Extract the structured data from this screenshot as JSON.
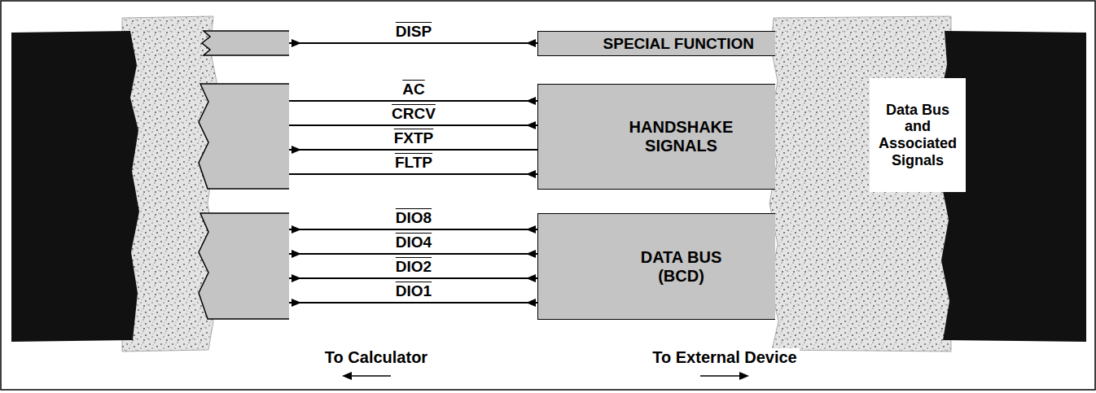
{
  "diagram": {
    "nodes": [
      {
        "text": [
          "SPECIAL FUNCTION"
        ]
      },
      {
        "text": [
          "HANDSHAKE SIGNALS"
        ]
      },
      {
        "text": [
          "DATA BUS (BCD)"
        ]
      },
      {
        "text": [
          "Data Bus and Associated Signals"
        ]
      }
    ],
    "labels": [
      "DISP",
      "AC",
      "CRCV",
      "FXTP",
      "FLTP",
      "DIO8",
      "DIO4",
      "DIO2",
      "DIO1",
      "To Calculator",
      "To External Device"
    ]
  }
}
